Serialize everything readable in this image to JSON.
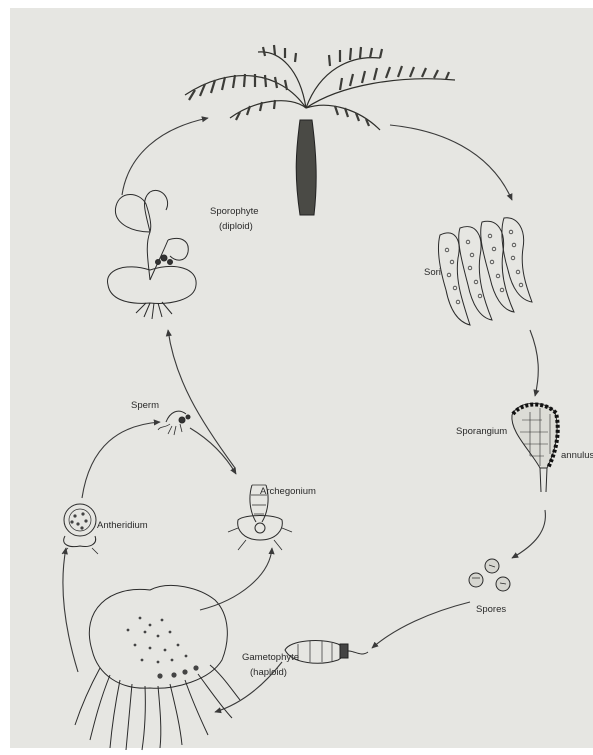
{
  "labels": {
    "sporophyte": "Sporophyte",
    "sporophyte_sub": "(diploid)",
    "sori": "Sori",
    "sporangium": "Sporangium",
    "annulus": "annulus",
    "spores": "Spores",
    "gametophyte": "Gametophyte",
    "gametophyte_sub": "(haploid)",
    "archegonium": "Archegonium",
    "antheridium": "Antheridium",
    "sperm": "Sperm"
  },
  "colors": {
    "background": "#e6e6e2",
    "ink": "#2b2b2b",
    "text": "#2a2a2a"
  }
}
